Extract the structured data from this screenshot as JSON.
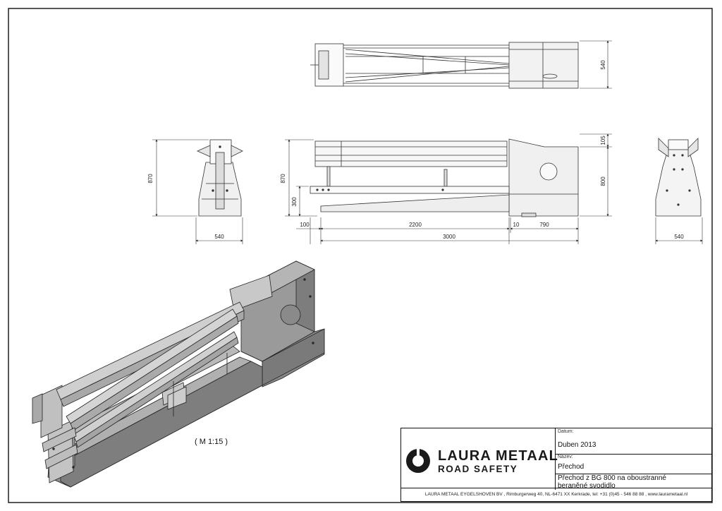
{
  "drawing": {
    "scale_label": "( M 1:15 )",
    "dimensions": {
      "top_view_width": "540",
      "front_height": "870",
      "front_width": "540",
      "side_height": "870",
      "side_top_offset": "105",
      "side_block_height": "800",
      "side_low_height": "300",
      "side_len_100": "100",
      "side_len_2200": "2200",
      "side_len_10": "10",
      "side_len_790": "790",
      "side_len_total": "3000",
      "rear_width": "540"
    }
  },
  "title_block": {
    "company_name_line1": "LAURA METAAL",
    "company_name_line2": "ROAD SAFETY",
    "date_label": "Datum:",
    "date_value": "Duben 2013",
    "name_label": "Název:",
    "name_value": "Přechod",
    "description_line1": "Přechod z BG 800 na oboustranné",
    "description_line2": "beraněné svodidlo",
    "footer": "LAURA METAAL EYGELSHOVEN BV , Rimburgerweg 40, NL-6471 XX Kerkrade, tel: +31 (0)45 - 546 88 88 , www.laurametaal.nl"
  }
}
